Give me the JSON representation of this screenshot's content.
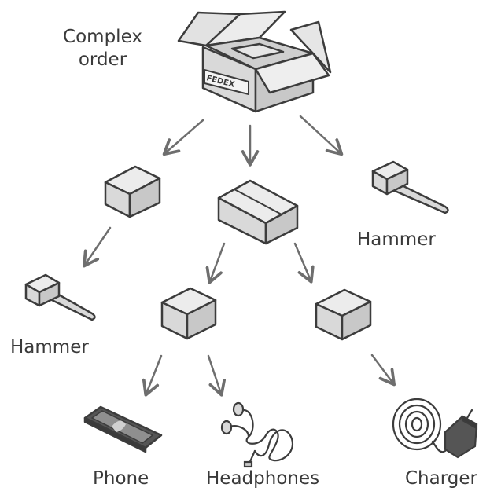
{
  "labels": {
    "complex_order": "Complex\norder",
    "box_stamp": "FEDEX",
    "hammer_right": "Hammer",
    "hammer_left": "Hammer",
    "phone": "Phone",
    "headphones": "Headphones",
    "charger": "Charger"
  },
  "colors": {
    "outline": "#3c3c3c",
    "box_top": "#ececec",
    "box_front": "#d9d9d9",
    "box_side": "#c8c8c8",
    "arrow": "#6e6e6e",
    "text": "#3a3a3a"
  }
}
